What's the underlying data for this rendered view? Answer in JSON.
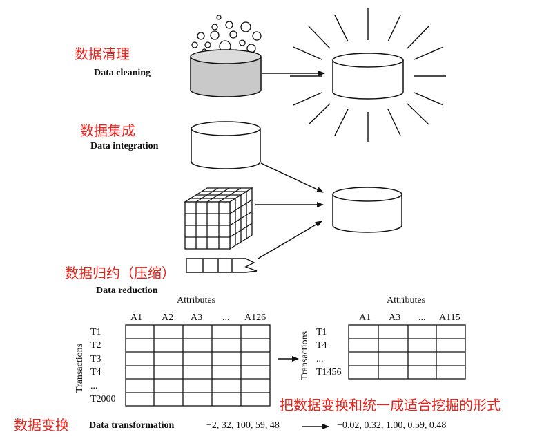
{
  "labels_cn": {
    "cleaning": "数据清理",
    "integration": "数据集成",
    "reduction": "数据归约（压缩）",
    "transformation": "数据变换",
    "transformation_note": "把数据变换和统一成适合挖掘的形式"
  },
  "labels_en": {
    "cleaning": "Data cleaning",
    "integration": "Data integration",
    "reduction": "Data reduction",
    "transformation": "Data transformation"
  },
  "reduction_tables": {
    "left": {
      "header": "Attributes",
      "side": "Transactions",
      "columns": [
        "A1",
        "A2",
        "A3",
        "...",
        "A126"
      ],
      "rows": [
        "T1",
        "T2",
        "T3",
        "T4",
        "...",
        "T2000"
      ]
    },
    "right": {
      "header": "Attributes",
      "side": "Transactions",
      "columns": [
        "A1",
        "A3",
        "...",
        "A115"
      ],
      "rows": [
        "T1",
        "T4",
        "...",
        "T1456"
      ]
    }
  },
  "transformation": {
    "input": "−2, 32, 100, 59, 48",
    "output": "−0.02, 0.32, 1.00, 0.59, 0.48"
  },
  "colors": {
    "annotation": "#e8231b",
    "ink": "#111111",
    "dirty_fill": "#c9c9c9"
  }
}
